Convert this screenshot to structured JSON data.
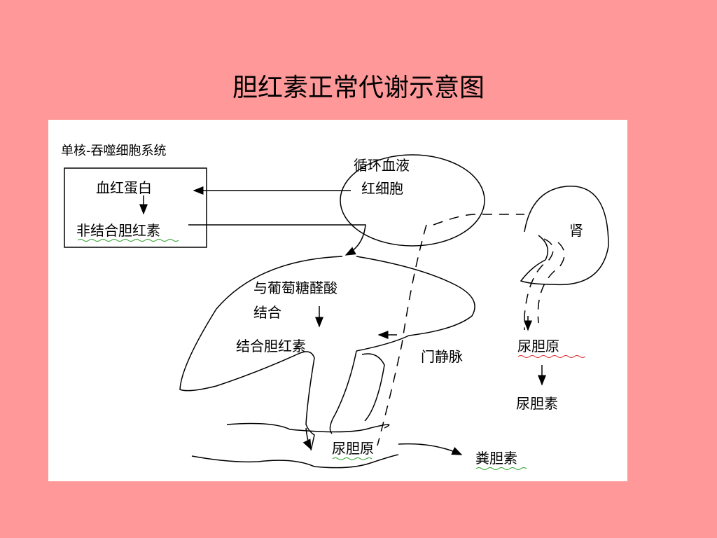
{
  "title": "胆红素正常代谢示意图",
  "diagram": {
    "system_label": "单核-吞噬细胞系统",
    "hemoglobin": "血红蛋白",
    "unconjugated_bilirubin": "非结合胆红素",
    "circulation_line1": "循环血液",
    "circulation_line2": "红细胞",
    "kidney": "肾",
    "glucuronic_line1": "与葡萄糖醛酸",
    "glucuronic_line2": "结合",
    "conjugated_bilirubin": "结合胆红素",
    "portal_vein": "门静脉",
    "urobilinogen_kidney": "尿胆原",
    "urobilin": "尿胆素",
    "urobilinogen_gut": "尿胆原",
    "stercobilin": "粪胆素"
  }
}
